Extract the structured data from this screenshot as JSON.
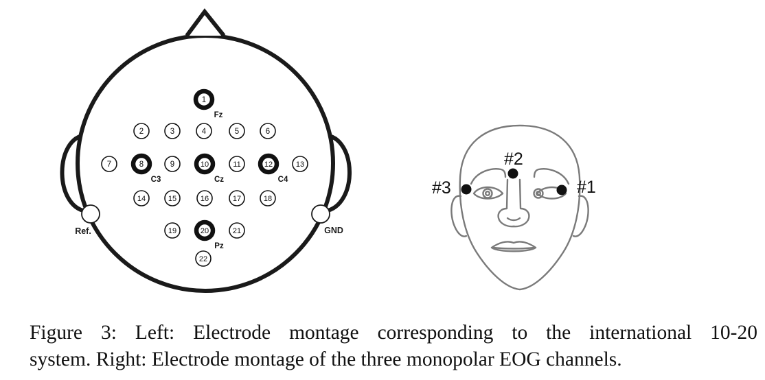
{
  "figure": {
    "left_panel": {
      "electrodes": [
        {
          "label": "1",
          "name": "Fz",
          "highlight": true
        },
        {
          "label": "2",
          "name": "",
          "highlight": false
        },
        {
          "label": "3",
          "name": "",
          "highlight": false
        },
        {
          "label": "4",
          "name": "",
          "highlight": false
        },
        {
          "label": "5",
          "name": "",
          "highlight": false
        },
        {
          "label": "6",
          "name": "",
          "highlight": false
        },
        {
          "label": "7",
          "name": "",
          "highlight": false
        },
        {
          "label": "8",
          "name": "C3",
          "highlight": true
        },
        {
          "label": "9",
          "name": "",
          "highlight": false
        },
        {
          "label": "10",
          "name": "Cz",
          "highlight": true
        },
        {
          "label": "11",
          "name": "",
          "highlight": false
        },
        {
          "label": "12",
          "name": "C4",
          "highlight": true
        },
        {
          "label": "13",
          "name": "",
          "highlight": false
        },
        {
          "label": "14",
          "name": "",
          "highlight": false
        },
        {
          "label": "15",
          "name": "",
          "highlight": false
        },
        {
          "label": "16",
          "name": "",
          "highlight": false
        },
        {
          "label": "17",
          "name": "",
          "highlight": false
        },
        {
          "label": "18",
          "name": "",
          "highlight": false
        },
        {
          "label": "19",
          "name": "",
          "highlight": false
        },
        {
          "label": "20",
          "name": "Pz",
          "highlight": true
        },
        {
          "label": "21",
          "name": "",
          "highlight": false
        },
        {
          "label": "22",
          "name": "",
          "highlight": false
        }
      ],
      "ref_label": "Ref.",
      "gnd_label": "GND"
    },
    "right_panel": {
      "eog_labels": {
        "channel_1": "#1",
        "channel_2": "#2",
        "channel_3": "#3"
      }
    }
  },
  "caption": {
    "line1": "Figure 3: Left: Electrode montage corresponding to the international 10-20",
    "line2": "system. Right: Electrode montage of the three monopolar EOG channels."
  },
  "colors": {
    "head_outline": "#1a1a1a",
    "face_outline": "#7a7a7a",
    "electrode_dot": "#111111"
  }
}
